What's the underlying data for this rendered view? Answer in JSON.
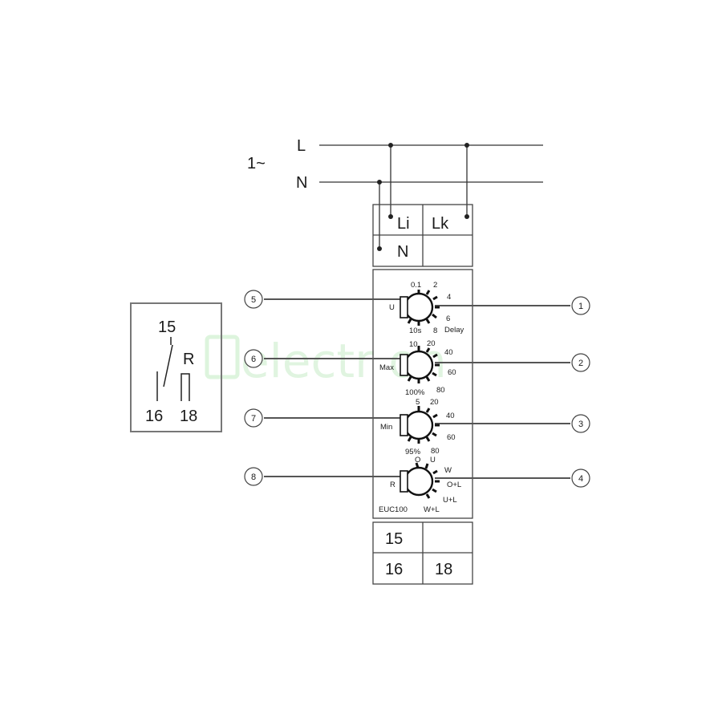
{
  "supply": {
    "phase": "1~",
    "line": "L",
    "neutral": "N"
  },
  "terminals_top": {
    "li": "Li",
    "lk": "Lk",
    "n": "N"
  },
  "terminals_bottom": {
    "t15": "15",
    "t16": "16",
    "t18": "18"
  },
  "relay_symbol": {
    "t15": "15",
    "t16": "16",
    "t18": "18",
    "label": "R"
  },
  "model": "EUC100",
  "watermark": "electr  on",
  "knobs": {
    "k1": {
      "side": "U",
      "scale": [
        "0.1",
        "2",
        "4",
        "6",
        "8",
        "10s"
      ],
      "unit": "Delay"
    },
    "k2": {
      "side": "Max",
      "scale": [
        "10",
        "20",
        "40",
        "60",
        "80",
        "100%"
      ]
    },
    "k3": {
      "side": "Min",
      "scale": [
        "5",
        "20",
        "40",
        "60",
        "80",
        "95%"
      ]
    },
    "k4": {
      "side": "R",
      "scale": [
        "O",
        "U",
        "W",
        "O+L",
        "U+L",
        "W+L"
      ]
    }
  },
  "callouts": [
    "1",
    "2",
    "3",
    "4",
    "5",
    "6",
    "7",
    "8"
  ]
}
